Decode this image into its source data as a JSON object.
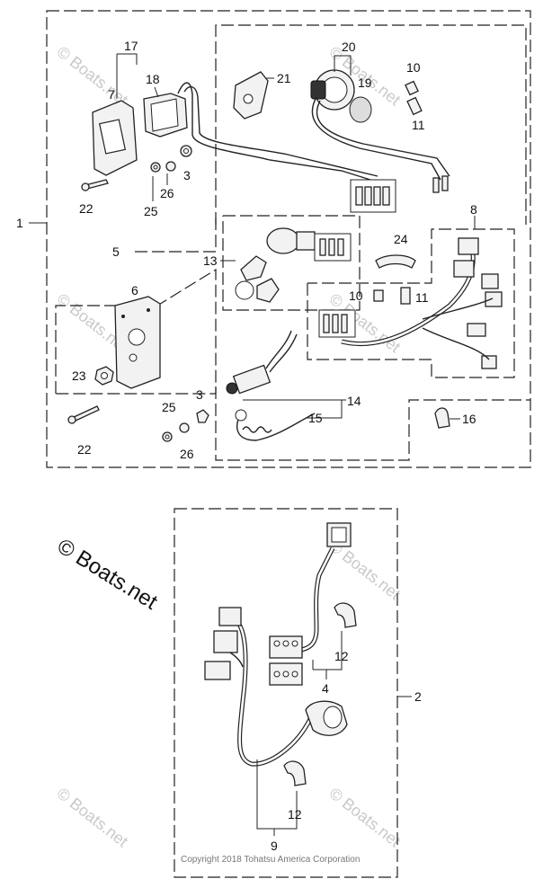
{
  "diagram": {
    "callouts": {
      "c1": "1",
      "c2": "2",
      "c3a": "3",
      "c3b": "3",
      "c4": "4",
      "c5": "5",
      "c6": "6",
      "c7": "7",
      "c8": "8",
      "c9": "9",
      "c10a": "10",
      "c10b": "10",
      "c11a": "11",
      "c11b": "11",
      "c12a": "12",
      "c12b": "12",
      "c13": "13",
      "c14": "14",
      "c15": "15",
      "c16": "16",
      "c17": "17",
      "c18": "18",
      "c19": "19",
      "c20": "20",
      "c21": "21",
      "c22a": "22",
      "c22b": "22",
      "c23": "23",
      "c24": "24",
      "c25a": "25",
      "c25b": "25",
      "c26a": "26",
      "c26b": "26"
    },
    "watermark": "© Boats.net",
    "watermark_small": "© Boats.net",
    "copyright": "Copyright 2018 Tohatsu America Corporation"
  }
}
